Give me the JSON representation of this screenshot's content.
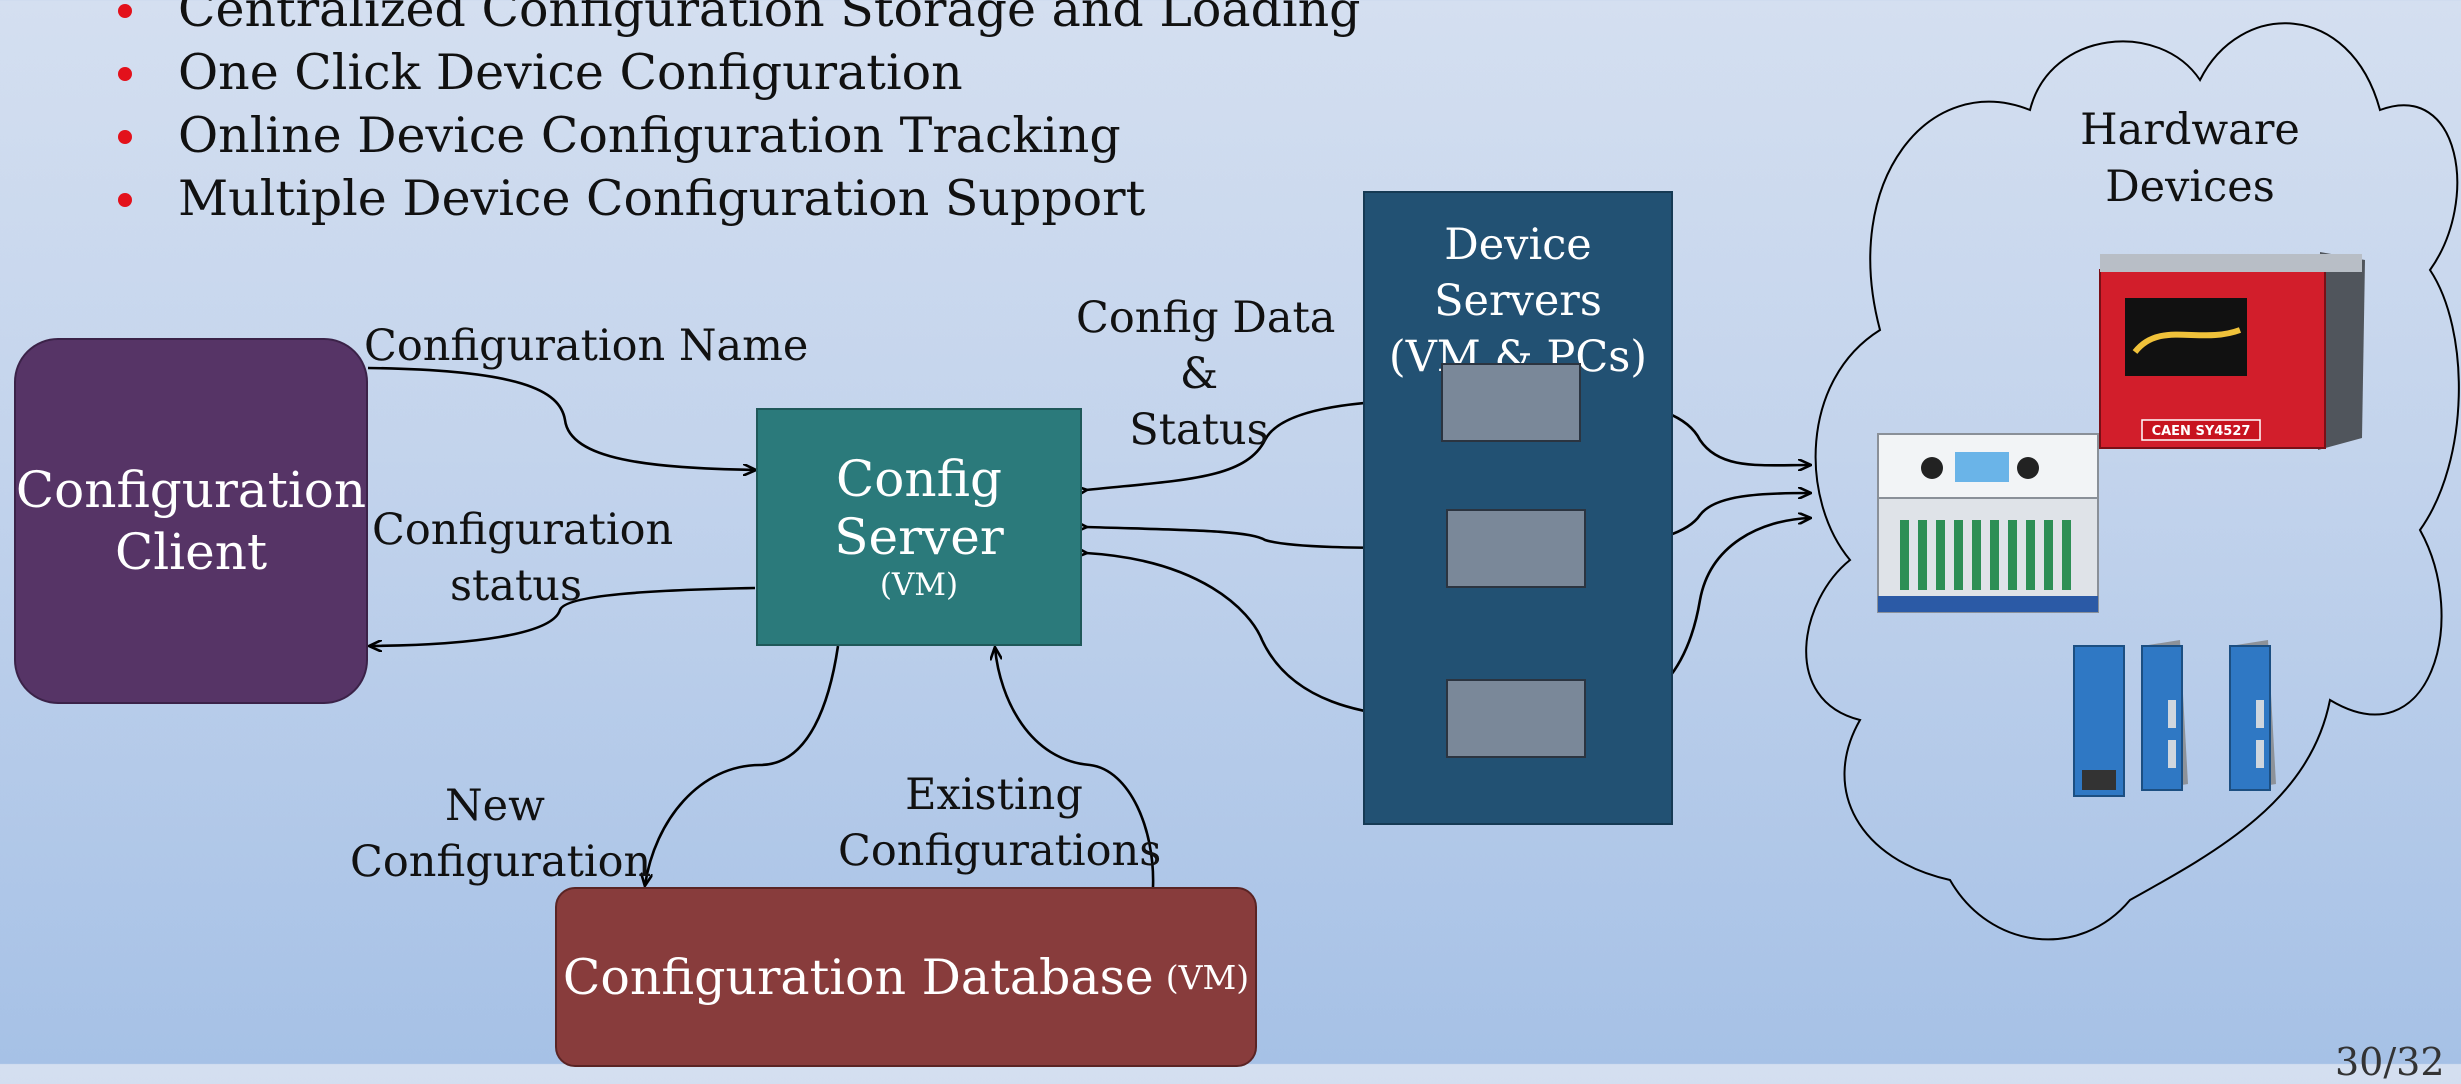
{
  "bullets": [
    "Centralized Configuration Storage and Loading",
    "One Click Device Configuration",
    "Online Device Configuration Tracking",
    "Multiple Device Configuration Support"
  ],
  "nodes": {
    "client": [
      "Configuration",
      "Client"
    ],
    "config_server": {
      "title": "Config Server",
      "sub": "(VM)"
    },
    "database": {
      "title": "Configuration Database",
      "sub": "(VM)"
    },
    "device_servers": [
      "Device Servers",
      "(VM & PCs)"
    ],
    "hardware": [
      "Hardware",
      "Devices"
    ]
  },
  "edge_labels": {
    "config_name": "Configuration Name",
    "config_status": [
      "Configuration",
      "status"
    ],
    "config_data": [
      "Config Data",
      "&",
      "Status"
    ],
    "new_config": [
      "New",
      "Configuration"
    ],
    "existing_configs": [
      "Existing",
      "Configurations"
    ]
  },
  "devices": [
    {
      "name": "red-crate-icon",
      "label": "CAEN SY4527"
    },
    {
      "name": "vme-crate-icon"
    },
    {
      "name": "blue-modules-icon"
    }
  ],
  "page_number": "30/32",
  "colors": {
    "bullet": "#e3111b",
    "client": "#563466",
    "config_server": "#2b7a7b",
    "database": "#883c3c",
    "device_servers": "#225173",
    "slot": "#7a8899"
  }
}
